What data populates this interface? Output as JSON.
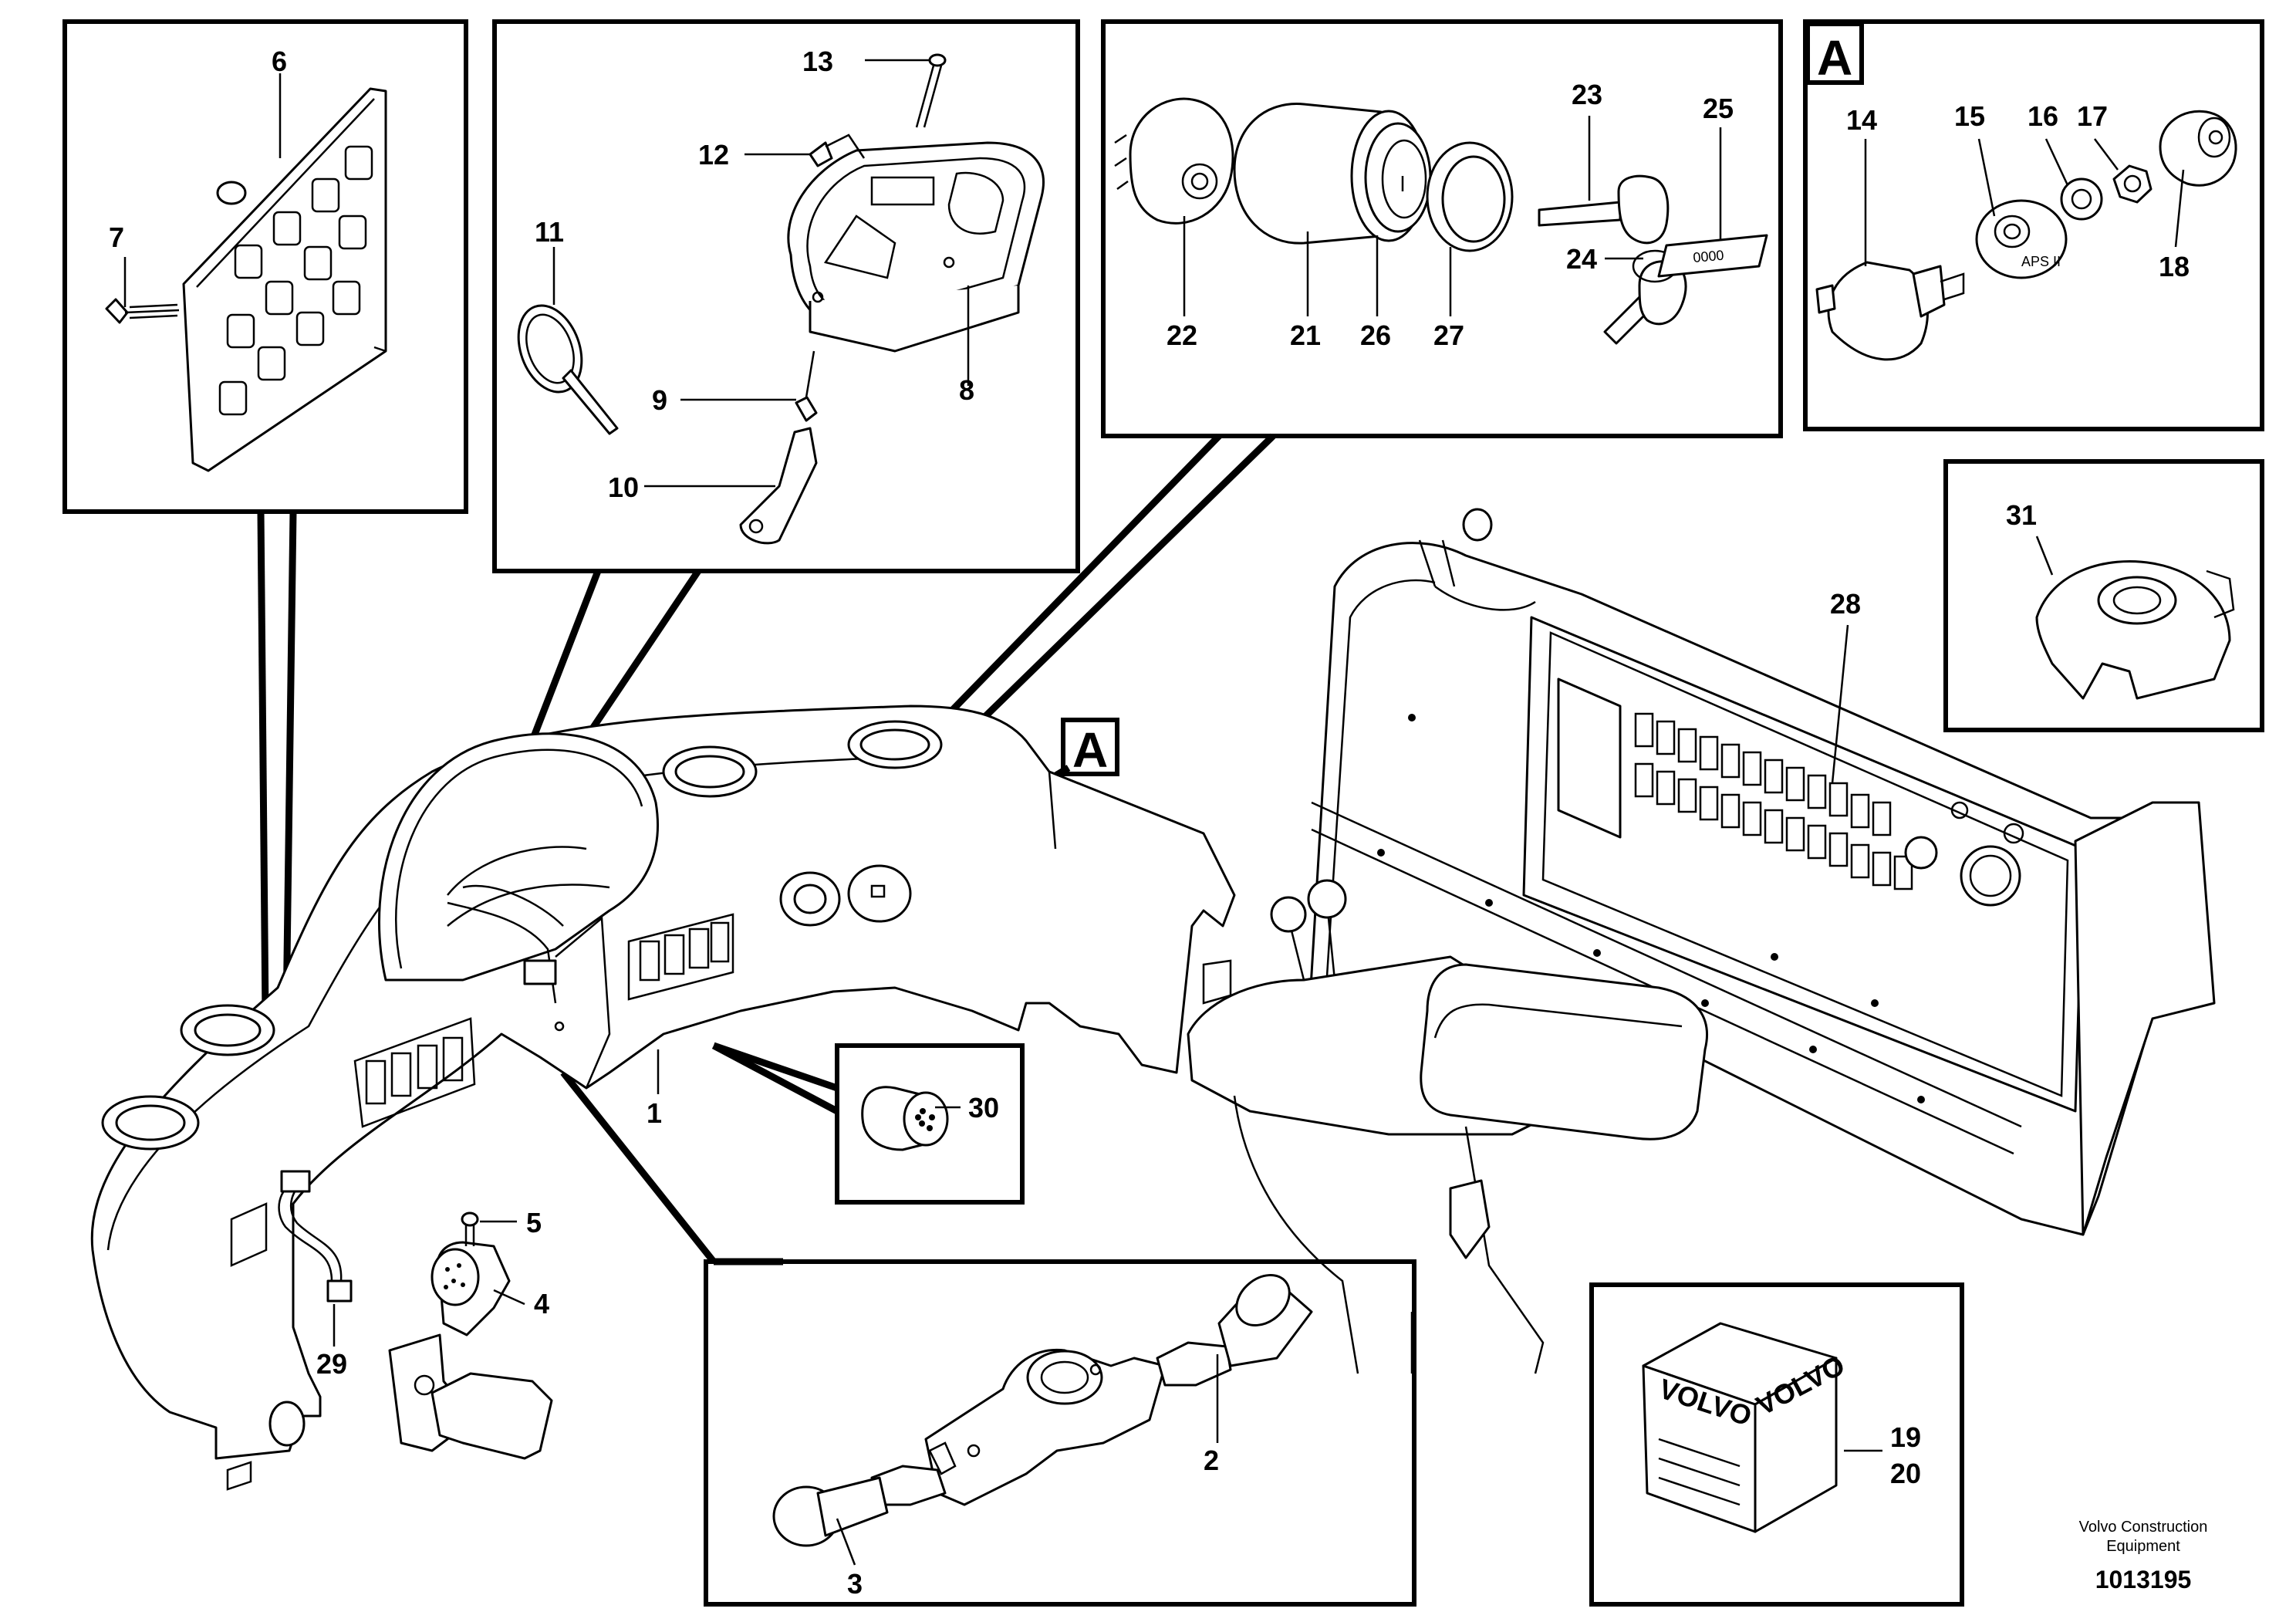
{
  "labels": {
    "1": "1",
    "2": "2",
    "3": "3",
    "4": "4",
    "5": "5",
    "6": "6",
    "7": "7",
    "8": "8",
    "9": "9",
    "10": "10",
    "11": "11",
    "12": "12",
    "13": "13",
    "14": "14",
    "15": "15",
    "16": "16",
    "17": "17",
    "18": "18",
    "19": "19",
    "20": "20",
    "21": "21",
    "22": "22",
    "23": "23",
    "24": "24",
    "25": "25",
    "26": "26",
    "27": "27",
    "28": "28",
    "29": "29",
    "30": "30",
    "31": "31"
  },
  "detail_marker": "A",
  "switch_marking": "APS II",
  "tag_marking": "0000",
  "brand": "VOLVO",
  "footer": {
    "line1": "Volvo Construction",
    "line2": "Equipment",
    "number": "1013195"
  }
}
